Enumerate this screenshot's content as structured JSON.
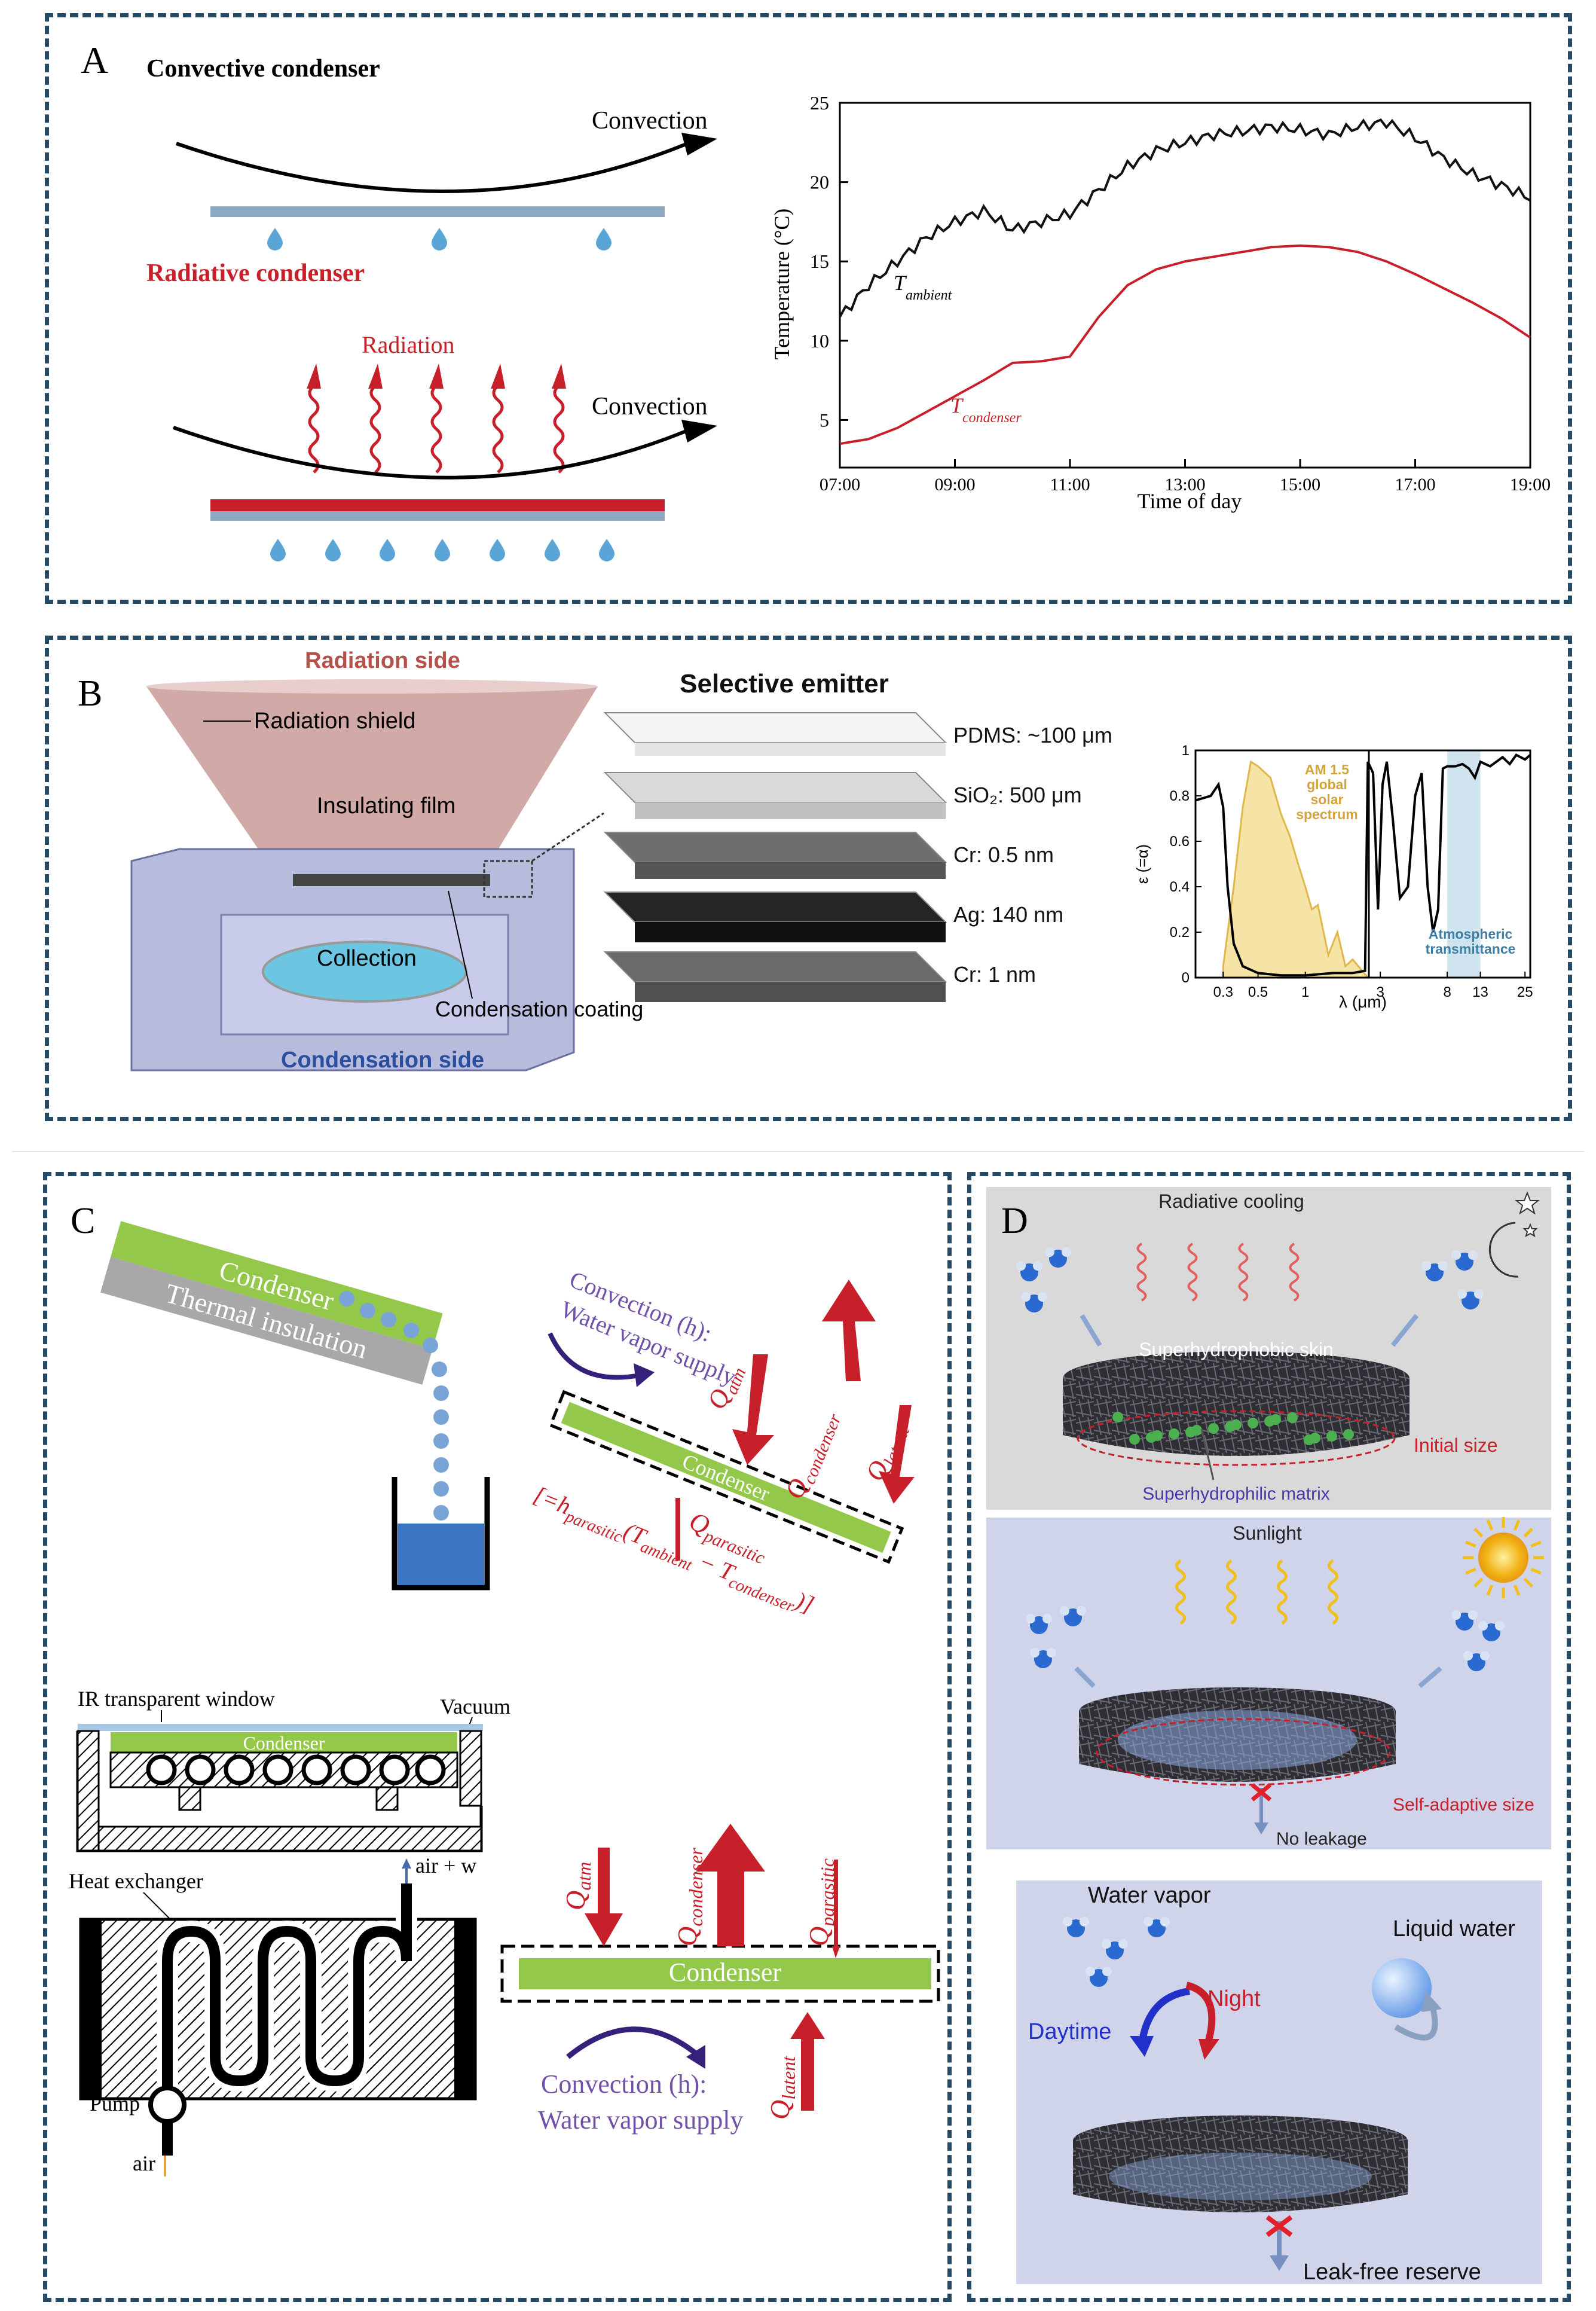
{
  "panelA": {
    "label": "A",
    "convective_title": "Convective condenser",
    "convection_label": "Convection",
    "radiative_title": "Radiative condenser",
    "radiation_label": "Radiation",
    "convection_label2": "Convection",
    "colors": {
      "red": "#c8202a",
      "blue_bar": "#8ea9c4",
      "drop": "#5aa5d6"
    }
  },
  "panelB": {
    "label": "B",
    "radiation_side": "Radiation side",
    "radiation_shield": "Radiation shield",
    "insulating_film": "Insulating film",
    "collection": "Collection",
    "condensation_coating": "Condensation coating",
    "condensation_side": "Condensation side",
    "selective_emitter": "Selective emitter",
    "layers": [
      "PDMS: ~100 μm",
      "SiO₂: 500 μm",
      "Cr: 0.5 nm",
      "Ag: 140 nm",
      "Cr: 1 nm"
    ],
    "am15": [
      "AM 1.5",
      "global",
      "solar",
      "spectrum"
    ],
    "atmos": [
      "Atmospheric",
      "transmittance"
    ]
  },
  "panelC": {
    "label": "C",
    "condenser": "Condenser",
    "thermal_insulation": "Thermal insulation",
    "convection_h": "Convection (h):",
    "water_vapor_supply": "Water vapor supply",
    "q_atm": "Q",
    "q_atm_sub": "atm",
    "q_condenser_sub": "condenser",
    "q_latent_sub": "latent",
    "q_parasitic_sub": "parasitic",
    "parasitic_formula": "[=h",
    "parasitic_formula_rest": "(T",
    "ambient_sub": "ambient",
    "minus_t": " − T",
    "condenser_sub": "condenser",
    "closing": ")]",
    "ir_window": "IR transparent window",
    "vacuum": "Vacuum",
    "heat_exchanger": "Heat exchanger",
    "air_w": "air + w",
    "pump": "Pump",
    "air": "air"
  },
  "panelD": {
    "label": "D",
    "radiative_cooling": "Radiative cooling",
    "superhydrophobic_skin": "Superhydrophobic skin",
    "initial_size": "Initial size",
    "superhydrophilic_matrix": "Superhydrophilic matrix",
    "sunlight": "Sunlight",
    "self_adaptive": "Self-adaptive size",
    "no_leakage": "No leakage",
    "water_vapor": "Water vapor",
    "liquid_water": "Liquid water",
    "night": "Night",
    "daytime": "Daytime",
    "leak_free": "Leak-free reserve"
  },
  "chart_data": [
    {
      "type": "line",
      "xlabel": "Time of day",
      "ylabel": "Temperature (°C)",
      "x_ticks": [
        "07:00",
        "09:00",
        "11:00",
        "13:00",
        "15:00",
        "17:00",
        "19:00"
      ],
      "y_ticks": [
        "5",
        "10",
        "15",
        "20",
        "25"
      ],
      "xlim": [
        7,
        19
      ],
      "ylim": [
        2,
        25
      ],
      "series": [
        {
          "name": "T",
          "name_sub": "ambient",
          "color": "#111111",
          "x": [
            7.0,
            7.5,
            8.0,
            8.5,
            9.0,
            9.5,
            10.0,
            10.5,
            11.0,
            11.5,
            12.0,
            12.5,
            13.0,
            13.5,
            14.0,
            14.5,
            15.0,
            15.5,
            16.0,
            16.5,
            17.0,
            17.5,
            18.0,
            18.5,
            19.0
          ],
          "y": [
            11.5,
            13.5,
            15.0,
            16.5,
            17.5,
            18.2,
            17.0,
            17.5,
            18.0,
            19.5,
            21.0,
            22.0,
            22.5,
            23.0,
            23.2,
            23.5,
            23.3,
            23.0,
            23.5,
            23.8,
            22.8,
            21.5,
            20.5,
            19.8,
            19.0
          ]
        },
        {
          "name": "T",
          "name_sub": "condenser",
          "color": "#c8202a",
          "x": [
            7.0,
            7.5,
            8.0,
            8.5,
            9.0,
            9.5,
            10.0,
            10.5,
            11.0,
            11.5,
            12.0,
            12.5,
            13.0,
            13.5,
            14.0,
            14.5,
            15.0,
            15.5,
            16.0,
            16.5,
            17.0,
            17.5,
            18.0,
            18.5,
            19.0
          ],
          "y": [
            3.5,
            3.8,
            4.5,
            5.5,
            6.5,
            7.5,
            8.6,
            8.7,
            9.0,
            11.5,
            13.5,
            14.5,
            15.0,
            15.3,
            15.6,
            15.9,
            16.0,
            15.9,
            15.6,
            15.0,
            14.2,
            13.3,
            12.4,
            11.4,
            10.2
          ]
        }
      ]
    },
    {
      "type": "line",
      "xlabel": "λ (μm)",
      "ylabel": "ε (=α)",
      "x_ticks": [
        "0.3",
        "0.5",
        "1",
        "3",
        "8",
        "13",
        "25"
      ],
      "y_ticks": [
        "0",
        "0.2",
        "0.4",
        "0.6",
        "0.8",
        "1"
      ],
      "xlim_log": [
        0.2,
        27
      ],
      "ylim": [
        0,
        1
      ],
      "series": [
        {
          "name": "",
          "color": "#000000",
          "x": [
            0.2,
            0.25,
            0.28,
            0.3,
            0.32,
            0.35,
            0.4,
            0.5,
            0.7,
            1.0,
            1.5,
            2.0,
            2.4,
            2.5,
            2.7,
            2.9,
            3.1,
            3.3,
            3.6,
            4.0,
            4.5,
            5.0,
            5.5,
            6.0,
            6.5,
            7.0,
            7.5,
            8.0,
            9.0,
            10.0,
            11.0,
            12.0,
            13.0,
            15.0,
            18.0,
            20.0,
            22.0,
            25.0,
            27.0
          ],
          "y": [
            0.78,
            0.8,
            0.85,
            0.75,
            0.4,
            0.15,
            0.05,
            0.02,
            0.01,
            0.01,
            0.02,
            0.02,
            0.03,
            0.95,
            0.9,
            0.3,
            0.85,
            0.95,
            0.7,
            0.35,
            0.4,
            0.8,
            0.9,
            0.4,
            0.2,
            0.3,
            0.92,
            0.93,
            0.93,
            0.94,
            0.92,
            0.88,
            0.95,
            0.93,
            0.97,
            0.94,
            0.98,
            0.96,
            0.98
          ]
        },
        {
          "name": "AM 1.5 global solar spectrum",
          "color": "#e8c060",
          "x": [
            0.3,
            0.35,
            0.4,
            0.45,
            0.5,
            0.6,
            0.7,
            0.8,
            0.9,
            1.0,
            1.1,
            1.2,
            1.4,
            1.6,
            1.8,
            2.0,
            2.3,
            2.5
          ],
          "y": [
            0.05,
            0.4,
            0.75,
            0.95,
            0.93,
            0.88,
            0.72,
            0.62,
            0.5,
            0.4,
            0.3,
            0.32,
            0.1,
            0.2,
            0.05,
            0.08,
            0.03,
            0.0
          ]
        }
      ]
    }
  ]
}
